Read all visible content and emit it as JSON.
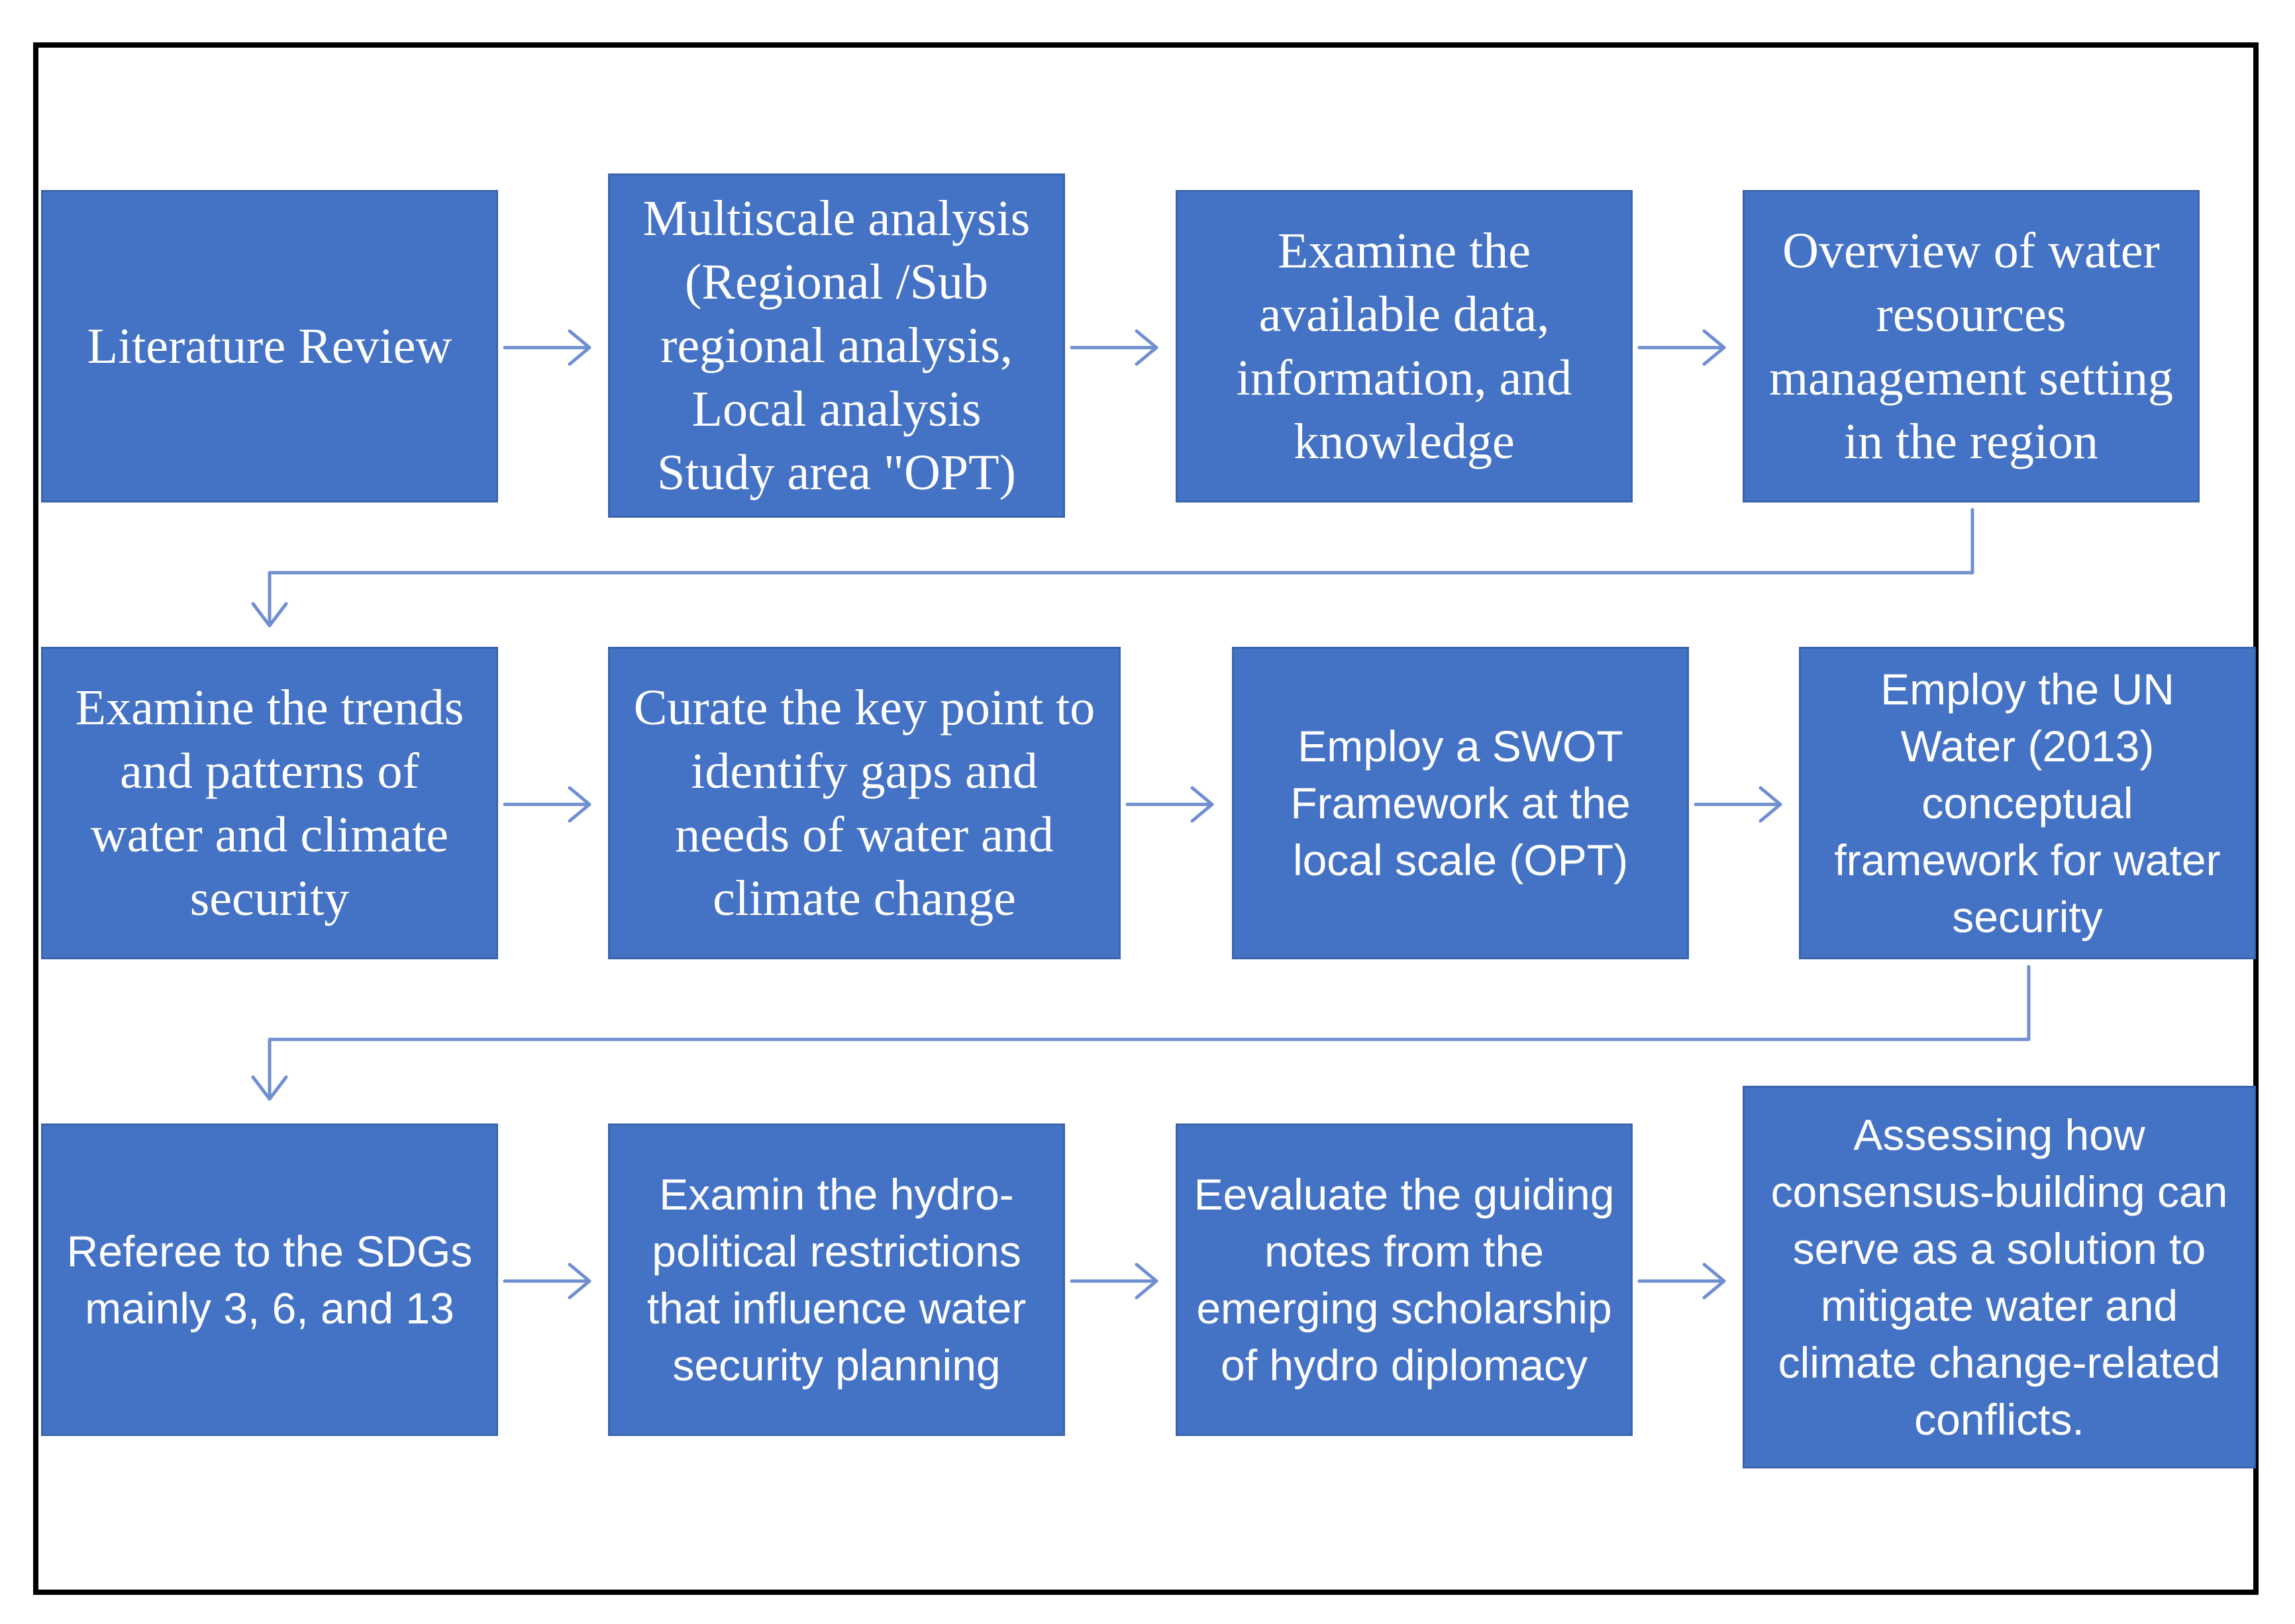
{
  "diagram": {
    "colors": {
      "box_fill": "#4472c4",
      "box_text": "#ffffff",
      "connector": "#6f8fd0",
      "frame": "#000000"
    },
    "rows": [
      [
        "Literature Review",
        "Multiscale analysis\n(Regional /Sub\nregional analysis,\nLocal analysis\nStudy area \"OPT)",
        "Examine the\navailable data,\ninformation, and\nknowledge",
        "Overview of water\nresources\nmanagement setting\nin the region"
      ],
      [
        "Examine the trends\nand patterns of\nwater and climate\nsecurity",
        "Curate the key point to\nidentify gaps and\nneeds of water and\nclimate change",
        "Employ a SWOT\nFramework at the\nlocal scale (OPT)",
        "Employ the UN\nWater (2013)\nconceptual\nframework for water\nsecurity"
      ],
      [
        "Referee to the SDGs\nmainly 3, 6, and 13",
        "Examin the hydro-\npolitical restrictions\nthat influence water\nsecurity planning",
        "Eevaluate the  guiding\nnotes from the\nemerging scholarship\nof hydro diplomacy",
        "Assessing how\nconsensus-building can\nserve as a solution to\nmitigate water and\nclimate change-related\nconflicts."
      ]
    ]
  }
}
